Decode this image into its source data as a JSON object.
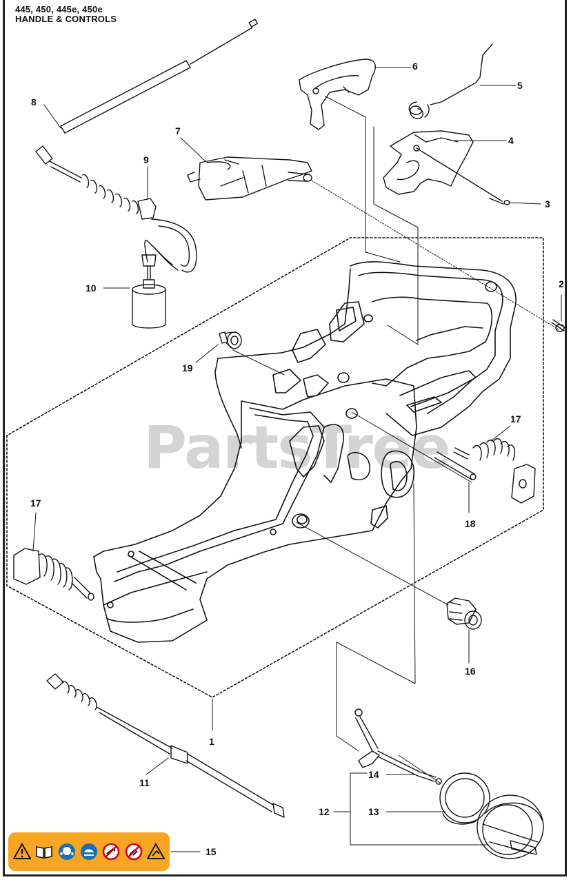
{
  "header": {
    "models": "445, 450, 445e, 450e",
    "title": "HANDLE & CONTROLS"
  },
  "watermark": {
    "text": "PartsTree",
    "tm": "™"
  },
  "callouts": {
    "c1": "1",
    "c2": "2",
    "c3": "3",
    "c4": "4",
    "c5": "5",
    "c6": "6",
    "c7": "7",
    "c8": "8",
    "c9": "9",
    "c10": "10",
    "c11": "11",
    "c12": "12",
    "c13": "13",
    "c14": "14",
    "c15": "15",
    "c16": "16",
    "c17a": "17",
    "c17b": "17",
    "c18": "18",
    "c19": "19"
  },
  "warning_label": {
    "color": "#f6a623",
    "icons": [
      "warning-triangle-icon",
      "manual-book-icon",
      "hearing-protection-icon",
      "eye-protection-icon",
      "no-one-handed-icon",
      "no-kickback-icon",
      "kickback-warning-icon"
    ]
  }
}
